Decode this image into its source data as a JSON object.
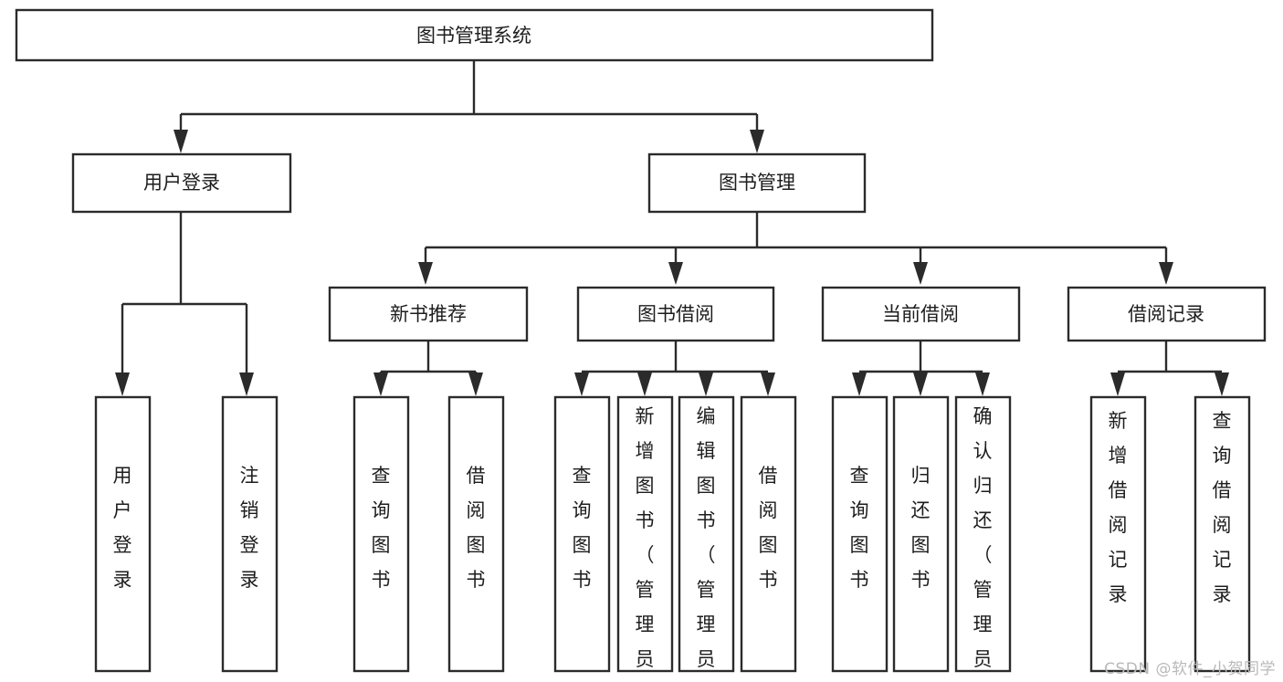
{
  "diagram": {
    "type": "tree",
    "title": "图书管理系统",
    "watermark": "CSDN @软件_小贺同学",
    "colors": {
      "box_stroke": "#2b2b2b",
      "box_fill": "#ffffff",
      "text": "#1d1d1d",
      "watermark": "#b9b9b9",
      "background": "#ffffff"
    },
    "levels": [
      {
        "level": 1,
        "nodes": [
          {
            "id": "root",
            "label": "图书管理系统",
            "orientation": "horizontal"
          }
        ]
      },
      {
        "level": 2,
        "nodes": [
          {
            "id": "user-login",
            "label": "用户登录",
            "orientation": "horizontal",
            "parent": "root"
          },
          {
            "id": "book-manage",
            "label": "图书管理",
            "orientation": "horizontal",
            "parent": "root"
          }
        ]
      },
      {
        "level": 3,
        "nodes": [
          {
            "id": "new-book-rec",
            "label": "新书推荐",
            "orientation": "horizontal",
            "parent": "book-manage"
          },
          {
            "id": "book-borrow",
            "label": "图书借阅",
            "orientation": "horizontal",
            "parent": "book-manage"
          },
          {
            "id": "current-borrow",
            "label": "当前借阅",
            "orientation": "horizontal",
            "parent": "book-manage"
          },
          {
            "id": "borrow-record",
            "label": "借阅记录",
            "orientation": "horizontal",
            "parent": "book-manage"
          }
        ]
      },
      {
        "level": 4,
        "nodes": [
          {
            "id": "leaf-user-login",
            "label": "用户登录",
            "orientation": "vertical",
            "parent": "user-login",
            "align": "middle"
          },
          {
            "id": "leaf-logout",
            "label": "注销登录",
            "orientation": "vertical",
            "parent": "user-login",
            "align": "middle"
          },
          {
            "id": "leaf-query-book-1",
            "label": "查询图书",
            "orientation": "vertical",
            "parent": "new-book-rec",
            "align": "middle"
          },
          {
            "id": "leaf-borrow-book-1",
            "label": "借阅图书",
            "orientation": "vertical",
            "parent": "new-book-rec",
            "align": "middle"
          },
          {
            "id": "leaf-query-book-2",
            "label": "查询图书",
            "orientation": "vertical",
            "parent": "book-borrow",
            "align": "middle"
          },
          {
            "id": "leaf-add-book",
            "label": "新增图书（管理员）",
            "orientation": "vertical",
            "parent": "book-borrow",
            "align": "top"
          },
          {
            "id": "leaf-edit-book",
            "label": "编辑图书（管理员）",
            "orientation": "vertical",
            "parent": "book-borrow",
            "align": "top"
          },
          {
            "id": "leaf-borrow-book-2",
            "label": "借阅图书",
            "orientation": "vertical",
            "parent": "book-borrow",
            "align": "middle"
          },
          {
            "id": "leaf-query-book-3",
            "label": "查询图书",
            "orientation": "vertical",
            "parent": "current-borrow",
            "align": "middle"
          },
          {
            "id": "leaf-return-book",
            "label": "归还图书",
            "orientation": "vertical",
            "parent": "current-borrow",
            "align": "middle"
          },
          {
            "id": "leaf-confirm-return",
            "label": "确认归还（管理员）",
            "orientation": "vertical",
            "parent": "current-borrow",
            "align": "top"
          },
          {
            "id": "leaf-add-record",
            "label": "新增借阅记录",
            "orientation": "vertical",
            "parent": "borrow-record",
            "align": "middle"
          },
          {
            "id": "leaf-query-record",
            "label": "查询借阅记录",
            "orientation": "vertical",
            "parent": "borrow-record",
            "align": "middle"
          }
        ]
      }
    ]
  }
}
